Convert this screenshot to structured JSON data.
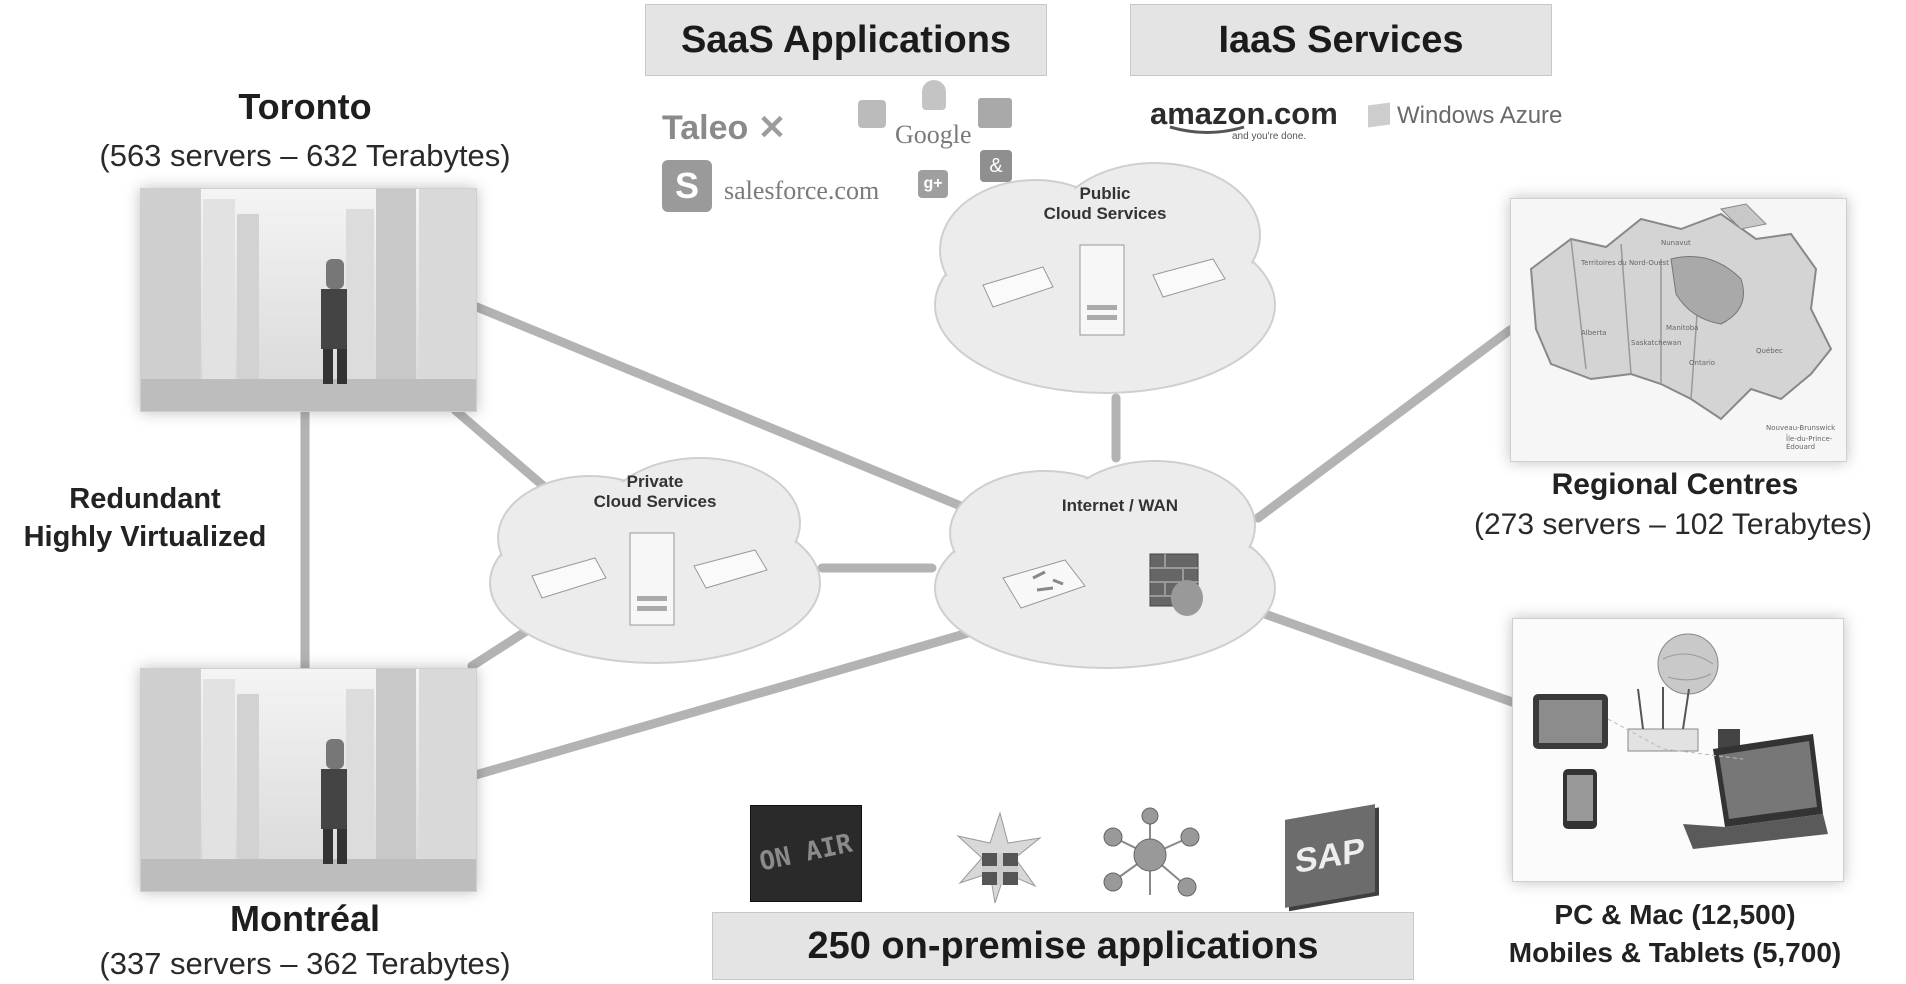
{
  "banners": {
    "saas": "SaaS Applications",
    "iaas": "IaaS Services",
    "onprem": "250 on-premise applications"
  },
  "sites": {
    "toronto": {
      "name": "Toronto",
      "detail": "(563 servers – 632 Terabytes)"
    },
    "montreal": {
      "name": "Montréal",
      "detail": "(337 servers – 362 Terabytes)"
    },
    "regional": {
      "name": "Regional Centres",
      "detail": "(273 servers – 102 Terabytes)"
    }
  },
  "redundancy": {
    "line1": "Redundant",
    "line2": "Highly Virtualized"
  },
  "clouds": {
    "public": {
      "line1": "Public",
      "line2": "Cloud Services"
    },
    "private": {
      "line1": "Private",
      "line2": "Cloud Services"
    },
    "internet": {
      "label": "Internet / WAN"
    }
  },
  "devices": {
    "line1": "PC & Mac (12,500)",
    "line2": "Mobiles & Tablets (5,700)"
  },
  "saas_logos": [
    "Taleo",
    "Google",
    "salesforce.com"
  ],
  "iaas_logos": {
    "amazon": "amazon.com",
    "amazon_tagline": "and you're done.",
    "azure": "Windows Azure"
  },
  "onprem_logos": {
    "onair": "ON AIR",
    "sap": "SAP"
  },
  "map_labels": [
    "Territoires du Nord-Ouest",
    "Nunavut",
    "Alberta",
    "Saskatchewan",
    "Manitoba",
    "Ontario",
    "Québec",
    "Nouveau-Brunswick",
    "Île-du-Prince-Édouard"
  ],
  "colors": {
    "link": "#b3b3b3",
    "banner": "#e4e4e4",
    "cloud": "#ececec"
  }
}
